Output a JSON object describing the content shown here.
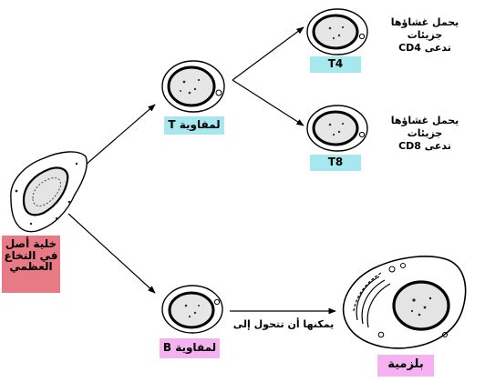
{
  "nodes": {
    "stem_cell": {
      "label": "خلية أصل في النخاع العظمي"
    },
    "t_cell": {
      "label": "لمفاوية T"
    },
    "b_cell": {
      "label": "لمفاوية B"
    },
    "t4": {
      "label": "T4"
    },
    "t8": {
      "label": "T8"
    },
    "plasma": {
      "label": "بلزمية"
    }
  },
  "notes": {
    "t4_line1": "يحمل غشاؤها جزيئات",
    "t4_line2": "تدعى CD4",
    "t8_line1": "يحمل غشاؤها جزيئات",
    "t8_line2": "تدعى CD8",
    "b_to_plasma": "يمكنها أن تتحول إلى"
  },
  "colors": {
    "t_label": "#a6e8ee",
    "stem_label": "#e87a86",
    "b_label": "#f4b2f0"
  }
}
